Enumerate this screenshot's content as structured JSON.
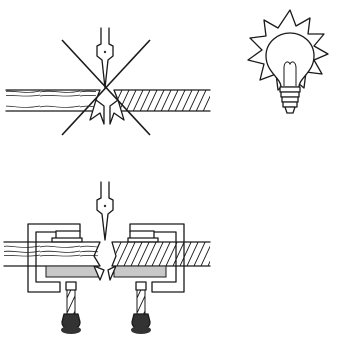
{
  "illustration": {
    "panels": [
      {
        "name": "incorrect-unsupported-cutting",
        "status": "crossed-out"
      },
      {
        "name": "tip-bulb",
        "icon": "lightbulb-icon"
      },
      {
        "name": "correct-clamped-cutting",
        "status": "recommended"
      }
    ],
    "colors": {
      "line": "#1a1a1a",
      "clamp_pad": "#c8c8c8",
      "background": "#ffffff"
    }
  }
}
